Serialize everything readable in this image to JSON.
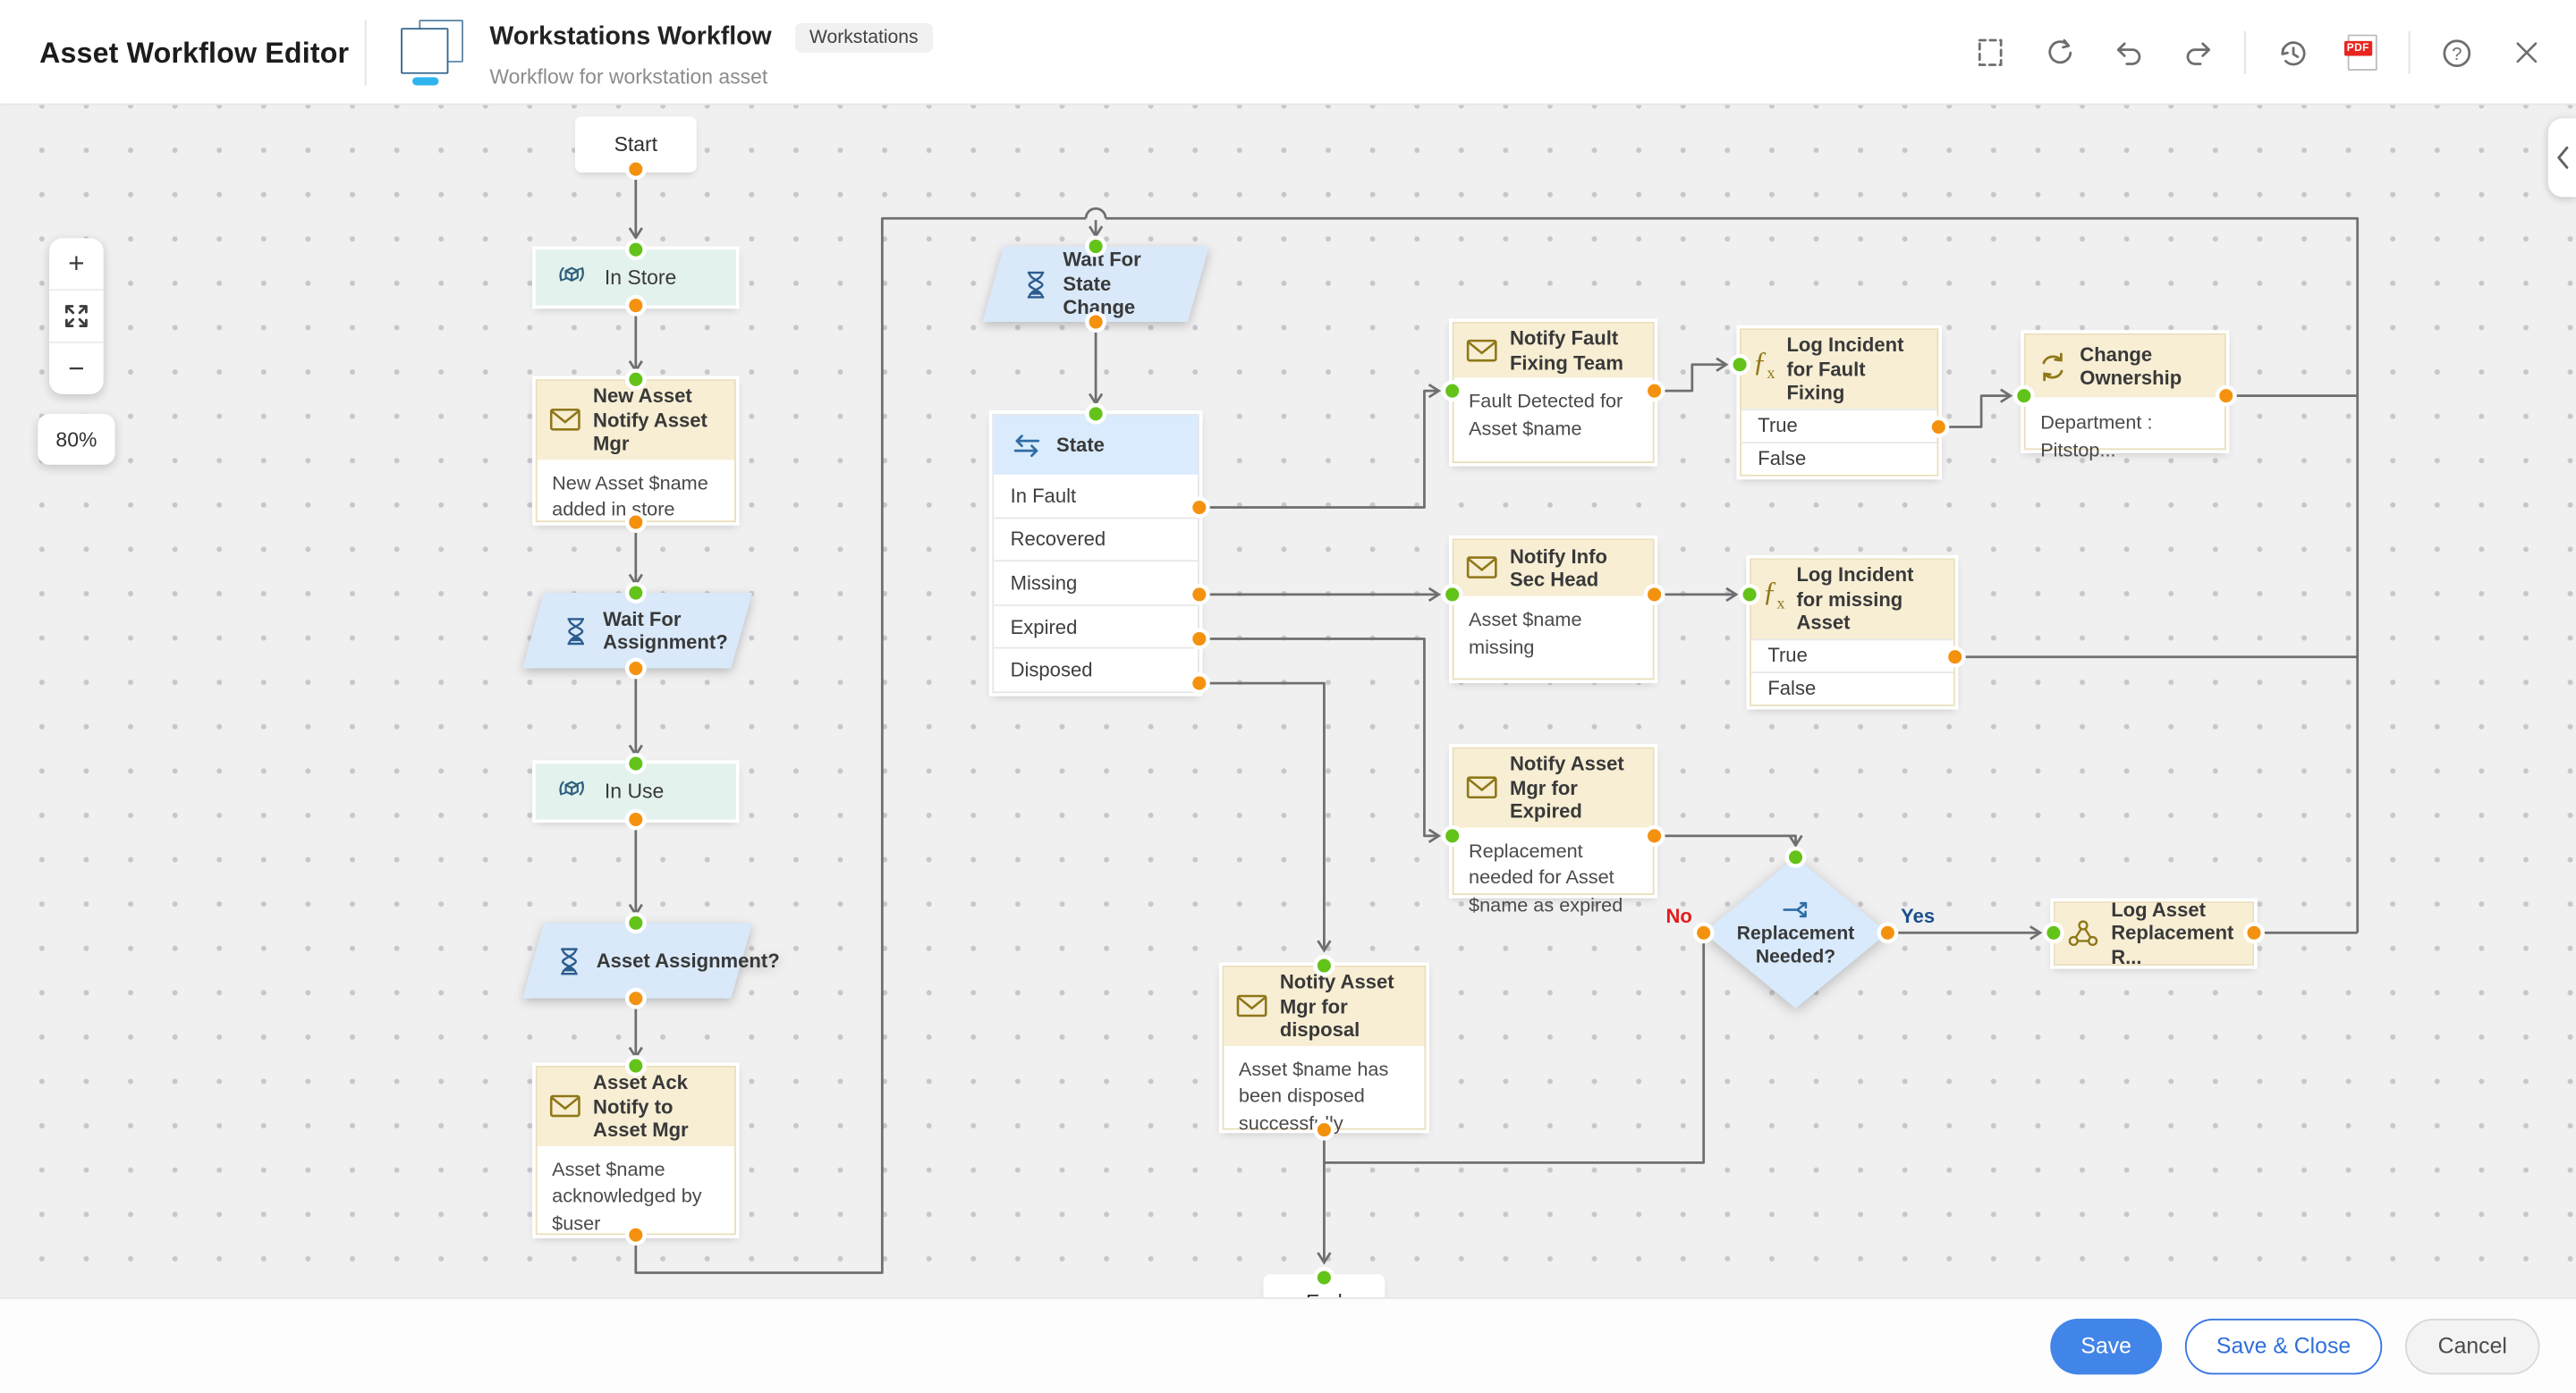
{
  "header": {
    "app_title": "Asset Workflow Editor",
    "workflow": {
      "title": "Workstations Workflow",
      "badge": "Workstations",
      "subtitle": "Workflow for workstation asset"
    },
    "toolbar_icons": [
      "marquee-select-icon",
      "refresh-icon",
      "undo-icon",
      "redo-icon",
      "history-icon",
      "pdf-export-icon",
      "help-icon",
      "close-icon"
    ],
    "pdf_label": "PDF"
  },
  "canvas_controls": {
    "zoom_in": "+",
    "zoom_out": "−",
    "zoom_level": "80%"
  },
  "diagram": {
    "nodes": [
      {
        "id": "start",
        "type": "terminal",
        "label": "Start"
      },
      {
        "id": "in_store",
        "type": "status",
        "label": "In Store"
      },
      {
        "id": "new_asset_notify",
        "type": "email",
        "label": "New Asset Notify Asset Mgr",
        "body": "New  Asset $name added in store"
      },
      {
        "id": "wait_assignment",
        "type": "wait",
        "label": "Wait For Assignment?"
      },
      {
        "id": "in_use",
        "type": "status",
        "label": "In Use"
      },
      {
        "id": "asset_assignment",
        "type": "wait",
        "label": "Asset Assignment?"
      },
      {
        "id": "asset_ack",
        "type": "email",
        "label": "Asset Ack Notify to Asset Mgr",
        "body": "Asset $name acknowledged by $user"
      },
      {
        "id": "wait_state_change",
        "type": "wait",
        "label": "Wait For State Change"
      },
      {
        "id": "state",
        "type": "switch",
        "label": "State",
        "options": [
          "In Fault",
          "Recovered",
          "Missing",
          "Expired",
          "Disposed"
        ]
      },
      {
        "id": "notify_fault",
        "type": "email",
        "label": "Notify Fault Fixing Team",
        "body": "Fault Detected for Asset $name"
      },
      {
        "id": "log_incident_fault",
        "type": "function",
        "label": "Log Incident for Fault Fixing",
        "options": [
          "True",
          "False"
        ]
      },
      {
        "id": "change_ownership",
        "type": "action",
        "label": "Change Ownership",
        "body": "Department : Pitstop..."
      },
      {
        "id": "notify_infosec",
        "type": "email",
        "label": "Notify Info Sec Head",
        "body": "Asset $name  missing"
      },
      {
        "id": "log_incident_missing",
        "type": "function",
        "label": "Log Incident for missing Asset",
        "options": [
          "True",
          "False"
        ]
      },
      {
        "id": "notify_expired",
        "type": "email",
        "label": "Notify Asset Mgr for Expired",
        "body": "Replacement needed for Asset $name as expired"
      },
      {
        "id": "replacement_needed",
        "type": "decision",
        "label": "Replacement Needed?",
        "branches": {
          "no": "No",
          "yes": "Yes"
        }
      },
      {
        "id": "log_asset_replacement",
        "type": "webhook",
        "label": "Log Asset Replacement R..."
      },
      {
        "id": "notify_disposal",
        "type": "email",
        "label": "Notify Asset Mgr for disposal",
        "body": "Asset $name has been disposed successfully"
      },
      {
        "id": "end",
        "type": "terminal",
        "label": "End"
      }
    ]
  },
  "footer": {
    "save": "Save",
    "save_close": "Save & Close",
    "cancel": "Cancel"
  },
  "colors": {
    "primary_blue": "#4285e8",
    "input_port_green": "#63c319",
    "output_port_orange": "#f4920f",
    "email_header_beige": "#f7eed4",
    "status_bg_mint": "#e3f2ed",
    "flow_bg_blue": "#d9e9f9",
    "branch_no_red": "#e11c1c",
    "branch_yes_navy": "#1b4f8e"
  }
}
